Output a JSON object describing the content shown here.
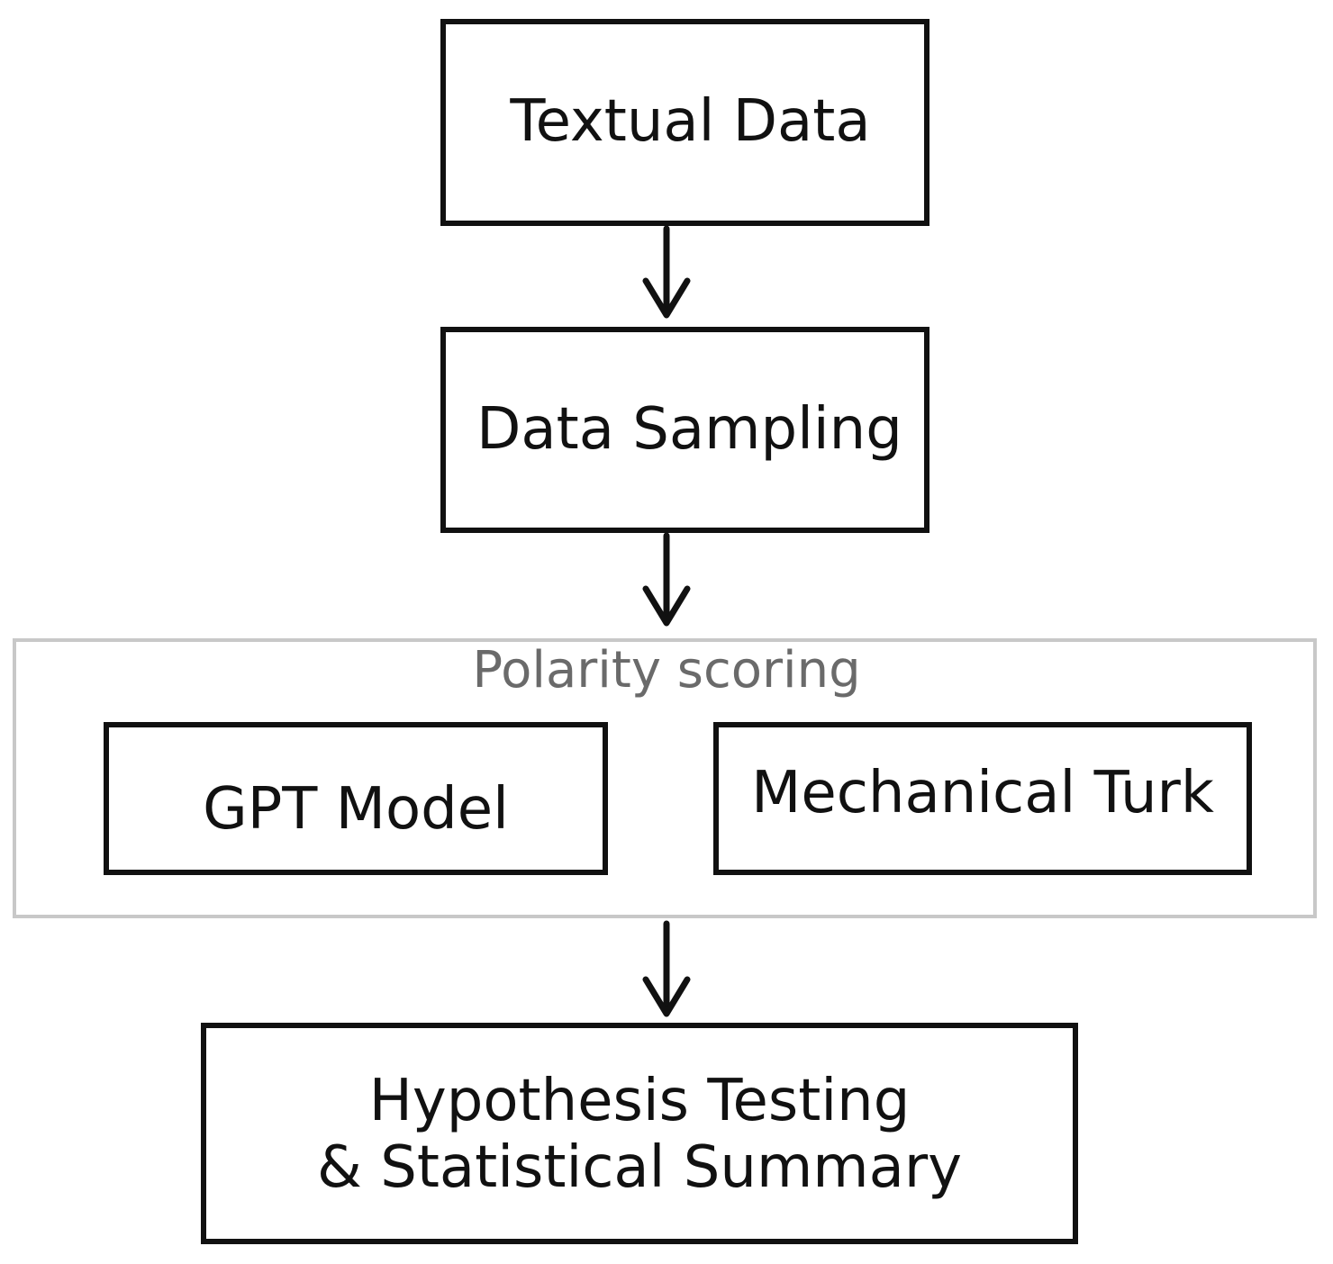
{
  "nodes": {
    "textual_data": "Textual Data",
    "data_sampling": "Data Sampling",
    "gpt_model": "GPT Model",
    "mechanical_turk": "Mechanical Turk",
    "hypothesis_testing": "Hypothesis Testing\n& Statistical Summary"
  },
  "group": {
    "label": "Polarity scoring",
    "border_color": "#c8c8c8",
    "label_color": "#6a6a6a"
  },
  "edges": [
    {
      "from": "Textual Data",
      "to": "Data Sampling"
    },
    {
      "from": "Data Sampling",
      "to": "Polarity scoring"
    },
    {
      "from": "Polarity scoring",
      "to": "Hypothesis Testing & Statistical Summary"
    }
  ]
}
